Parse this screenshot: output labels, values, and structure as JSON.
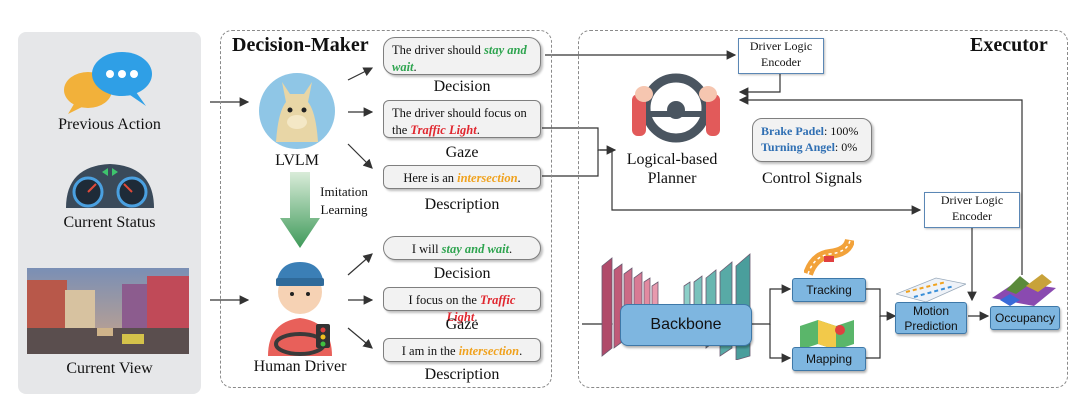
{
  "left_panel": {
    "previous_action": "Previous Action",
    "current_status": "Current Status",
    "current_view": "Current View"
  },
  "decision_maker": {
    "title": "Decision-Maker",
    "lvlm_label": "LVLM",
    "imitation_label_line1": "Imitation",
    "imitation_label_line2": "Learning",
    "human_driver_label": "Human Driver",
    "lvlm_outputs": {
      "decision_text": "The driver should ",
      "decision_highlight": "stay and wait",
      "decision_end": ".",
      "decision_label": "Decision",
      "gaze_text": "The driver should focus on the ",
      "gaze_highlight": "Traffic Light",
      "gaze_end": ".",
      "gaze_label": "Gaze",
      "description_text": "Here is an ",
      "description_highlight": "intersection",
      "description_end": ".",
      "description_label": "Description"
    },
    "human_outputs": {
      "decision_text": "I will ",
      "decision_highlight": "stay and wait",
      "decision_end": ".",
      "decision_label": "Decision",
      "gaze_text": "I focus on the ",
      "gaze_highlight": "Traffic Light",
      "gaze_end": ".",
      "gaze_label": "Gaze",
      "description_text": "I am in the ",
      "description_highlight": "intersection",
      "description_end": ".",
      "description_label": "Description"
    }
  },
  "executor": {
    "title": "Executor",
    "encoder_top_line1": "Driver Logic",
    "encoder_top_line2": "Encoder",
    "encoder_mid_line1": "Driver Logic",
    "encoder_mid_line2": "Encoder",
    "planner_line1": "Logical-based",
    "planner_line2": "Planner",
    "signals_brake_key": "Brake Padel",
    "signals_brake_val": ": 100%",
    "signals_turn_key": "Turning Angel",
    "signals_turn_val": ": 0%",
    "control_signals_label": "Control Signals",
    "backbone": "Backbone",
    "tracking": "Tracking",
    "mapping": "Mapping",
    "motion_line1": "Motion",
    "motion_line2": "Prediction",
    "occupancy": "Occupancy"
  },
  "colors": {
    "highlight_green": "#2ea44f",
    "highlight_red": "#e0262e",
    "highlight_orange": "#f0a21e",
    "signal_blue": "#2f6fb3",
    "module_blue": "#7eb6e0"
  }
}
